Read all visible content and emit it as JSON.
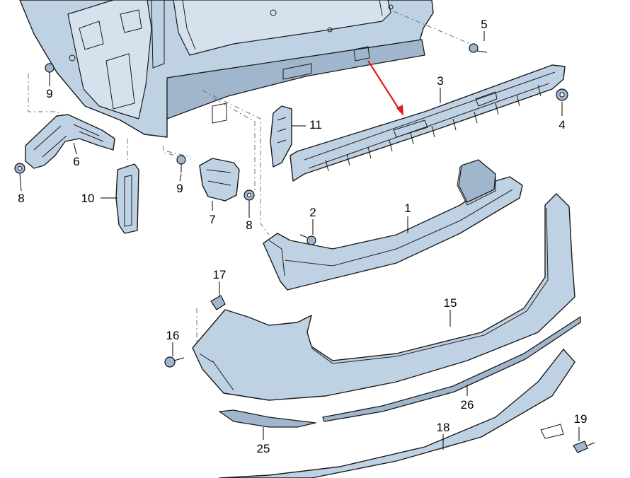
{
  "callouts": [
    {
      "id": "c1",
      "text": "1"
    },
    {
      "id": "c2",
      "text": "2"
    },
    {
      "id": "c3",
      "text": "3"
    },
    {
      "id": "c4",
      "text": "4"
    },
    {
      "id": "c5",
      "text": "5"
    },
    {
      "id": "c6",
      "text": "6"
    },
    {
      "id": "c7",
      "text": "7"
    },
    {
      "id": "c8a",
      "text": "8"
    },
    {
      "id": "c8b",
      "text": "8"
    },
    {
      "id": "c9a",
      "text": "9"
    },
    {
      "id": "c9b",
      "text": "9"
    },
    {
      "id": "c10",
      "text": "10"
    },
    {
      "id": "c11",
      "text": "11"
    },
    {
      "id": "c15",
      "text": "15"
    },
    {
      "id": "c16",
      "text": "16"
    },
    {
      "id": "c17",
      "text": "17"
    },
    {
      "id": "c18",
      "text": "18"
    },
    {
      "id": "c19",
      "text": "19"
    },
    {
      "id": "c25",
      "text": "25"
    },
    {
      "id": "c26",
      "text": "26"
    }
  ],
  "colors": {
    "part_fill": "#bfd2e4",
    "outline": "#1a1a1a",
    "pointer_arrow": "#e21b1b",
    "background": "#ffffff"
  }
}
